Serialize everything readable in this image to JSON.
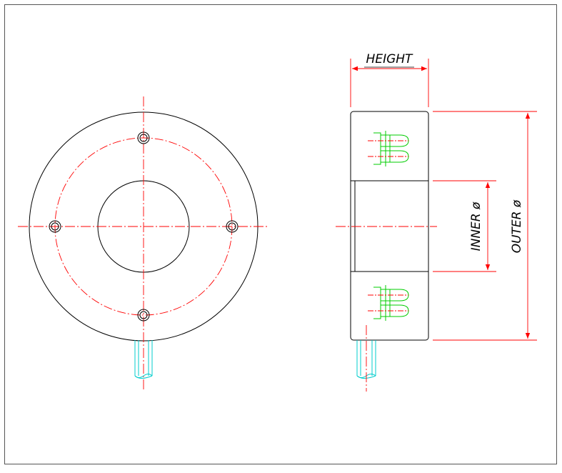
{
  "drawing": {
    "labels": {
      "height": "HEIGHT",
      "inner_diameter": "INNER ø",
      "outer_diameter": "OUTER ø"
    },
    "colors": {
      "outline": "#000000",
      "centerline": "#ff0000",
      "dimension": "#ff0000",
      "leds": "#00cc00",
      "cable": "#00cccc",
      "frame": "#555555"
    }
  }
}
